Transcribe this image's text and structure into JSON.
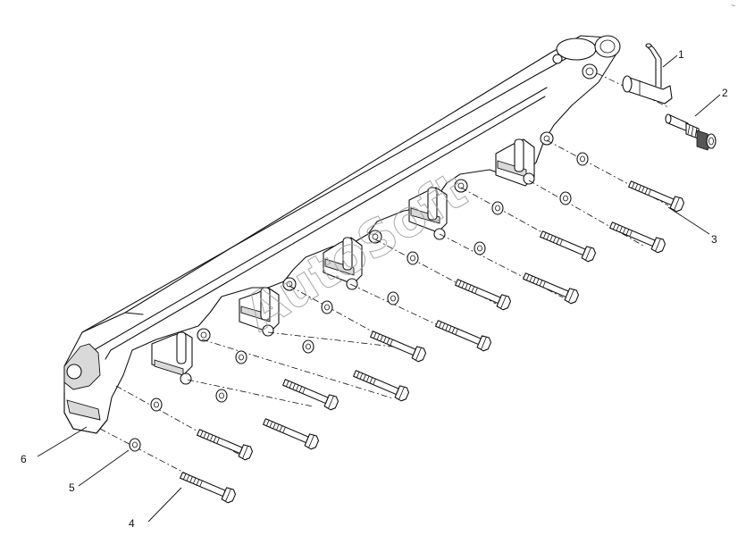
{
  "watermark": "AutoSoft",
  "corner_mark": "~",
  "callouts": [
    {
      "id": "1",
      "label": "1"
    },
    {
      "id": "2",
      "label": "2"
    },
    {
      "id": "3",
      "label": "3"
    },
    {
      "id": "4",
      "label": "4"
    },
    {
      "id": "5",
      "label": "5"
    },
    {
      "id": "6",
      "label": "6"
    }
  ]
}
